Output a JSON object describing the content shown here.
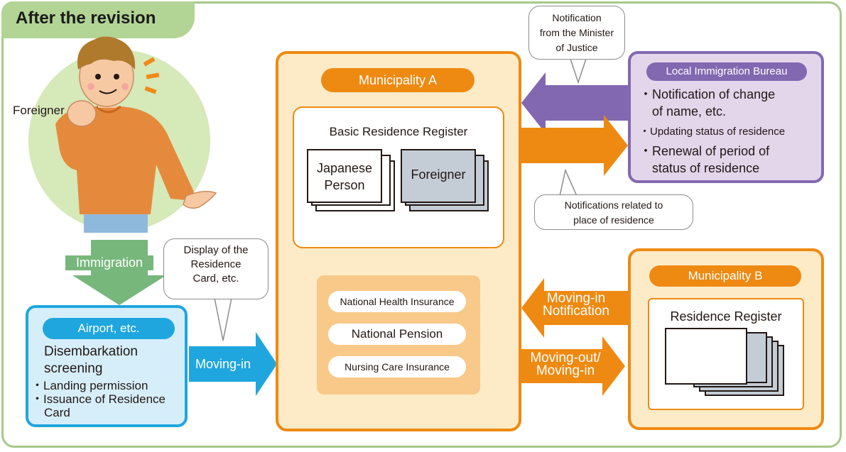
{
  "title": "After the revision",
  "foreigner_label": "Foreigner",
  "immigration_label": "Immigration",
  "airport": {
    "header": "Airport, etc.",
    "line1": "Disembarkation",
    "line2": "screening",
    "item1": "・Landing permission",
    "item2a": "・Issuance of Residence",
    "item2b": "Card"
  },
  "display_bubble": {
    "l1": "Display of the",
    "l2": "Residence",
    "l3": "Card, etc."
  },
  "moving_in_label": "Moving-in",
  "municipality_a": {
    "header": "Municipality A",
    "register_title": "Basic Residence Register",
    "doc_japanese_1": "Japanese",
    "doc_japanese_2": "Person",
    "doc_foreigner": "Foreigner",
    "services": [
      "National Health Insurance",
      "National Pension",
      "Nursing Care Insurance"
    ]
  },
  "minister_bubble": {
    "l1": "Notification",
    "l2": "from the Minister",
    "l3": "of Justice"
  },
  "notifications_bubble": {
    "l1": "Notifications related to",
    "l2": "place of residence"
  },
  "bureau": {
    "header": "Local Immigration Bureau",
    "item1a": "・Notification of change",
    "item1b": "of name, etc.",
    "item2": "・Updating status of residence",
    "item3a": "・Renewal of period of",
    "item3b": "status of residence"
  },
  "municipality_b": {
    "header": "Municipality B",
    "register_title": "Residence Register"
  },
  "moving_in_notification": {
    "l1": "Moving-in",
    "l2": "Notification"
  },
  "moving_out_in": {
    "l1": "Moving-out/",
    "l2": "Moving-in"
  },
  "colors": {
    "frame_green": "#a6c98a",
    "orange": "#ee8a12",
    "orange_bg": "#fdebc8",
    "purple": "#8268b0",
    "purple_bg": "#e3d5ea",
    "blue": "#1fa6de",
    "blue_bg": "#d6eef9",
    "green_arrow": "#77b77c"
  }
}
